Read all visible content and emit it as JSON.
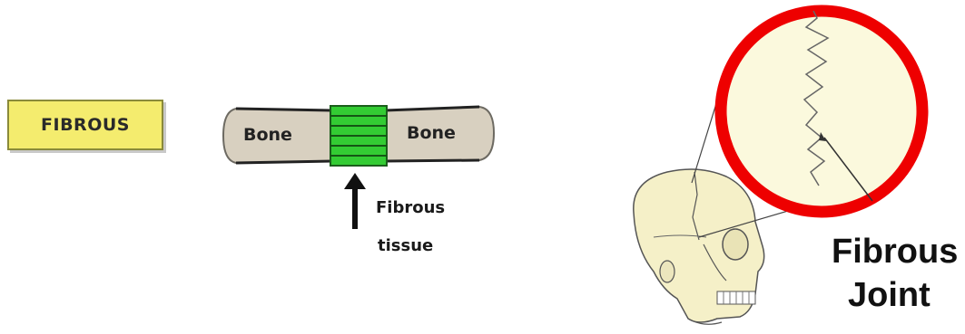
{
  "left_panel": {
    "category_label": "FIBROUS",
    "bone_left_label": "Bone",
    "bone_right_label": "Bone",
    "tissue_label_line1": "Fibrous",
    "tissue_label_line2": "tissue"
  },
  "right_panel": {
    "joint_label_line1": "Fibrous",
    "joint_label_line2": "Joint"
  },
  "colors": {
    "label_box": "#f4ec6e",
    "fibrous_tissue": "#33cc33",
    "bone_fill": "#d8d0c0",
    "skull_fill": "#f5f0c8",
    "magnifier_ring": "#ee0000"
  }
}
